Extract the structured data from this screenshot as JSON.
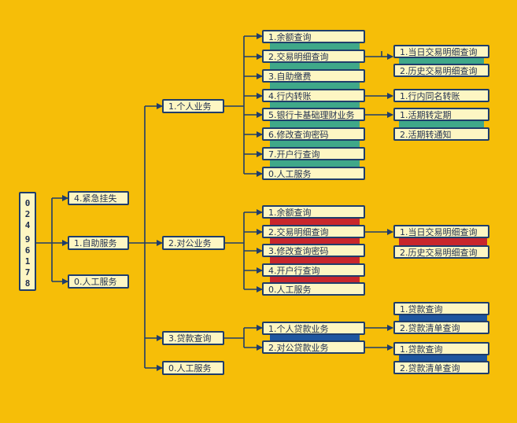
{
  "colors": {
    "background": "#F6BE08",
    "node_fill": "#FDF6C3",
    "node_border": "#1F3D6B",
    "line": "#1F3D6B",
    "strip_green": "#3FA889",
    "strip_red": "#C8262C",
    "strip_blue": "#1E56A0"
  },
  "root": {
    "digits": [
      "0",
      "2",
      "4",
      "9",
      "6",
      "1",
      "7",
      "8"
    ]
  },
  "level1": {
    "emergency": "4.紧急挂失",
    "self_service": "1.自助服务",
    "manual": "0.人工服务"
  },
  "level2": {
    "personal": "1.个人业务",
    "corporate": "2.对公业务",
    "loan": "3.贷款查询",
    "manual": "0.人工服务"
  },
  "personal_items": [
    "1.余额查询",
    "2.交易明细查询",
    "3.自助缴费",
    "4.行内转账",
    "5.银行卡基础理财业务",
    "6.修改查询密码",
    "7.开户行查询",
    "0.人工服务"
  ],
  "personal_transactions_sub": [
    "1.当日交易明细查询",
    "2.历史交易明细查询"
  ],
  "personal_transfer_sub": [
    "1.行内同名转账"
  ],
  "personal_finance_sub": [
    "1.活期转定期",
    "2.活期转通知"
  ],
  "corporate_items": [
    "1.余额查询",
    "2.交易明细查询",
    "3.修改查询密码",
    "4.开户行查询",
    "0.人工服务"
  ],
  "corporate_transactions_sub": [
    "1.当日交易明细查询",
    "2.历史交易明细查询"
  ],
  "loan_items": [
    "1.个人贷款业务",
    "2.对公贷款业务"
  ],
  "personal_loan_sub": [
    "1.贷款查询",
    "2.贷款清单查询"
  ],
  "corporate_loan_sub": [
    "1.贷款查询",
    "2.贷款清单查询"
  ]
}
